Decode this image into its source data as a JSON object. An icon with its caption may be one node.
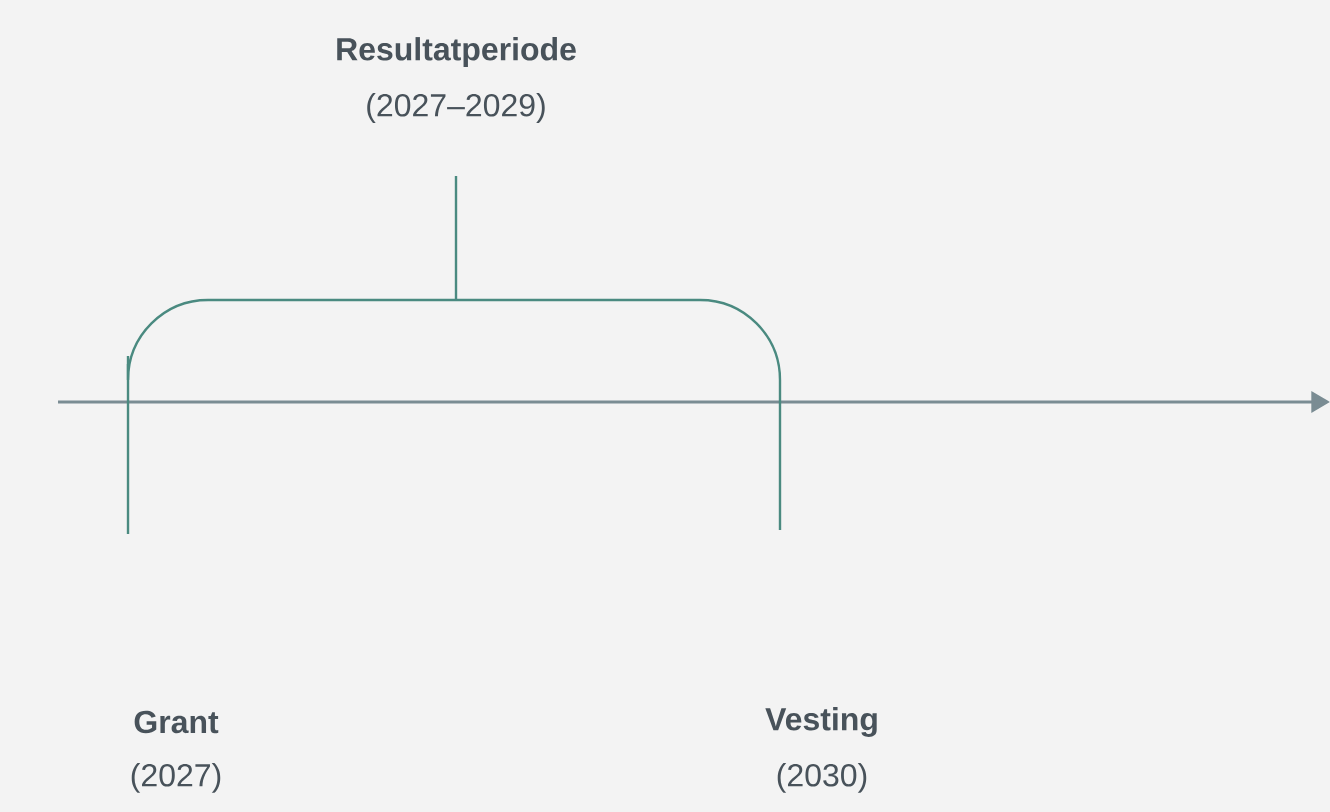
{
  "diagram": {
    "labels": [
      "Resultatperiode",
      "(2027–2029)",
      "Grant",
      "(2027)",
      "Vesting",
      "(2030)"
    ]
  }
}
